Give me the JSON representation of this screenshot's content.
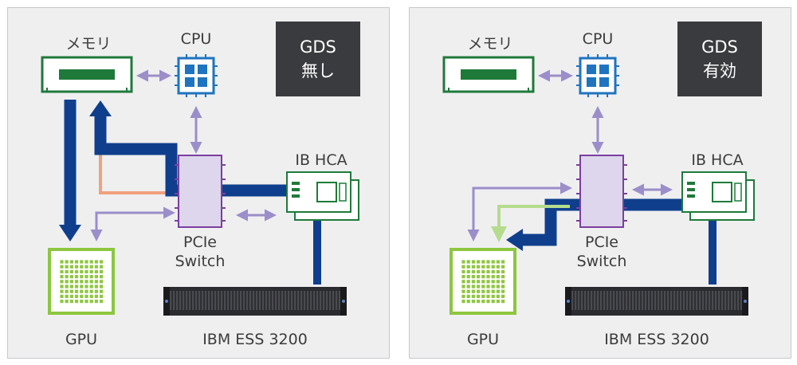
{
  "panels": [
    {
      "memory_label": "メモリ",
      "cpu_label": "CPU",
      "badge": {
        "line1": "GDS",
        "line2": "無し"
      },
      "nic_label": "IB HCA",
      "switch_label_1": "PCIe",
      "switch_label_2": "Switch",
      "gpu_label": "GPU",
      "storage_label": "IBM ESS 3200"
    },
    {
      "memory_label": "メモリ",
      "cpu_label": "CPU",
      "badge": {
        "line1": "GDS",
        "line2": "有効"
      },
      "nic_label": "IB HCA",
      "switch_label_1": "PCIe",
      "switch_label_2": "Switch",
      "gpu_label": "GPU",
      "storage_label": "IBM ESS 3200"
    }
  ],
  "colors": {
    "panel_bg": "#efeff0",
    "data_path": "#0f3f8c",
    "control_path": "#9b8ec9",
    "bounce_path": "#f2a07d",
    "direct_path": "#b5dc8c",
    "switch_fill": "#ded6ec",
    "switch_border": "#7b3fa0",
    "gpu_green": "#8dc63f",
    "cpu_blue": "#1f74bf",
    "memory_green": "#1f7a3a",
    "badge_bg": "#3a3b3f"
  },
  "icons": [
    "memory-module-icon",
    "cpu-icon",
    "pcie-switch-chip-icon",
    "ib-hca-card-icon",
    "gpu-chip-icon",
    "storage-server-icon"
  ]
}
